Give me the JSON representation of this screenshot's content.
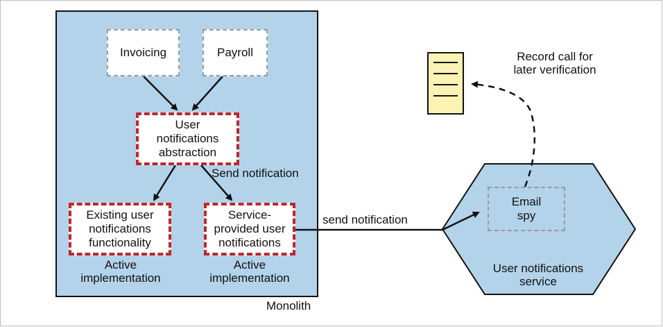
{
  "diagram": {
    "monolith_label": "Monolith",
    "invoicing": "Invoicing",
    "payroll": "Payroll",
    "abstraction": "User\nnotifications\nabstraction",
    "send_notification_upper": "Send notification",
    "existing": "Existing user\nnotifications\nfunctionality",
    "service_provided": "Service-\nprovided user\nnotifications",
    "active_left": "Active\nimplementation",
    "active_right": "Active\nimplementation",
    "send_notification_lower": "send notification",
    "email_spy": "Email\nspy",
    "user_notifications_service": "User notifications\nservice",
    "record_call": "Record call for\nlater verification"
  },
  "colors": {
    "monolith_fill": "#b3d3ea",
    "dash_red": "#c0262d",
    "dash_grey": "#9a9a9a",
    "note_fill": "#fbf2b3"
  }
}
